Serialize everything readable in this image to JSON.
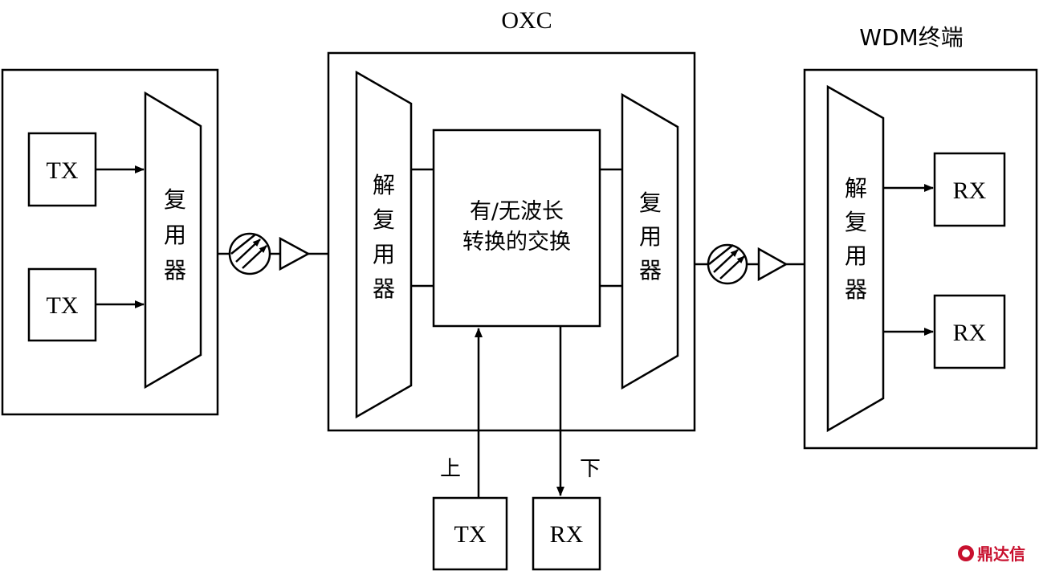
{
  "titles": {
    "oxc": "OXC",
    "wdm_terminal": "WDM终端"
  },
  "left_terminal": {
    "tx_top": "TX",
    "tx_bottom": "TX",
    "mux": [
      "复",
      "用",
      "器"
    ]
  },
  "oxc": {
    "demux": [
      "解",
      "复",
      "用",
      "器"
    ],
    "switch_line1": "有/无波长",
    "switch_line2": "转换的交换",
    "mux": [
      "复",
      "用",
      "器"
    ],
    "add_label": "上",
    "drop_label": "下",
    "add_tx": "TX",
    "drop_rx": "RX"
  },
  "right_terminal": {
    "demux": [
      "解",
      "复",
      "用",
      "器"
    ],
    "rx_top": "RX",
    "rx_bottom": "RX"
  },
  "watermark": {
    "text": "鼎达信",
    "color": "#c8102e"
  }
}
